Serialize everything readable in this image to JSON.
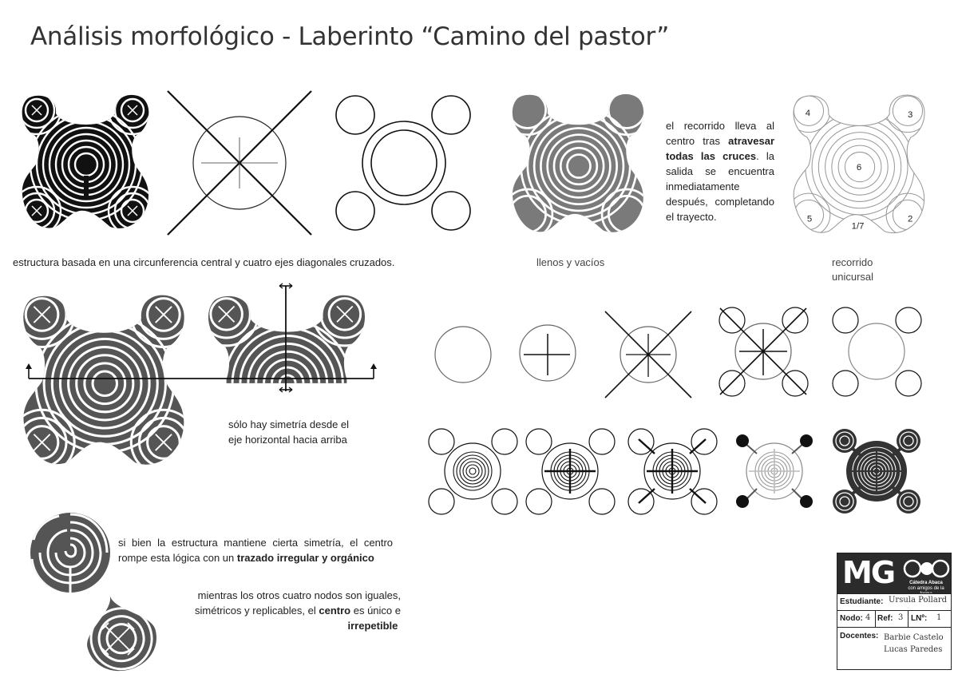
{
  "title": "Análisis morfológico - Laberinto “Camino del pastor”",
  "captions": {
    "estructura": "estructura basada en una circunferencia central y cuatro ejes diagonales cruzados.",
    "llenos": "llenos y vacíos",
    "recorrido_1": "recorrido",
    "recorrido_2": "unicursal",
    "recorrido_text": {
      "part1": "el recorrido lleva al centro tras",
      "bold1": "atravesar todas las cruces",
      "part2": ". la salida se encuentra inmediatamente después, completando el trayecto."
    },
    "simetria_1": "sólo hay simetría desde el",
    "simetria_2": "eje horizontal hacia arriba",
    "centro": {
      "part1": "si bien la estructura mantiene cierta simetría, el centro rompe esta lógica con un",
      "bold1": "trazado irregular y orgánico"
    },
    "nodos": {
      "part1": "mientras los otros cuatro nodos son iguales, simétricos y replicables, el",
      "bold1": "centro",
      "part2": "es único e",
      "bold2": "irrepetible"
    }
  },
  "route_numbers": [
    "4",
    "3",
    "6",
    "5",
    "2",
    "1/7"
  ],
  "card": {
    "logo": "MG",
    "org_1": "Cátedra Abaca",
    "org_2": "con amigos de la forma",
    "student_label": "Estudiante:",
    "student": "Ursula Pollard",
    "nodo_label": "Nodo:",
    "nodo": "4",
    "ref_label": "Ref:",
    "ref": "3",
    "ln_label": "LNº:",
    "ln": "1",
    "docentes_label": "Docentes:",
    "docente_1": "Barbie Castelo",
    "docente_2": "Lucas Paredes"
  },
  "colors": {
    "fill_dark": "#111111",
    "fill_gray": "#7a7a7a",
    "line": "#222222",
    "light": "#8a8a8a"
  }
}
